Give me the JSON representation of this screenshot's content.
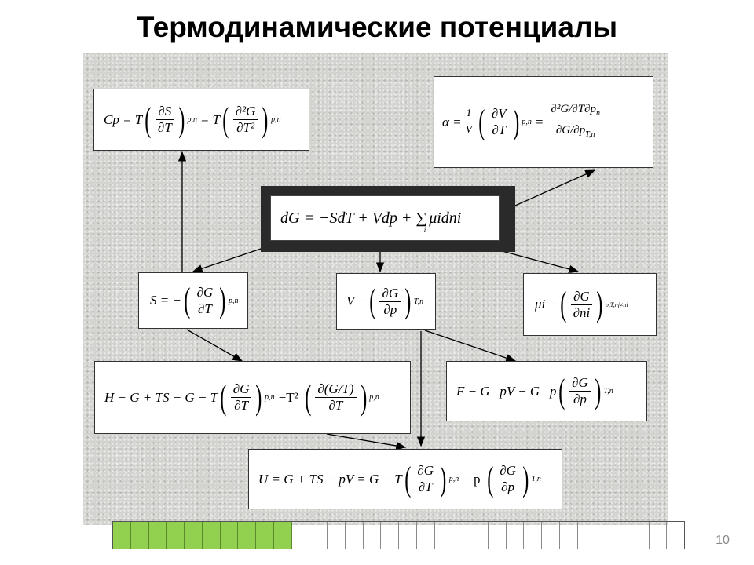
{
  "slide": {
    "title": "Термодинамические потенциалы",
    "page_number": "10"
  },
  "colors": {
    "panel": "#d3d3d0",
    "progress_on": "#92d050",
    "box_border": "#333333"
  },
  "central": {
    "lhs": "dG",
    "rhs": "= −SdT + Vdp + ∑",
    "tail": "μidni",
    "index": "i"
  },
  "boxes": {
    "cp": {
      "lhs": "Cp = T",
      "num1": "∂S",
      "den1": "∂T",
      "sub1": "p,n",
      "eq": "=",
      "mid": "T",
      "num2": "∂²G",
      "den2": "∂T²",
      "sub2": "p,n"
    },
    "alpha": {
      "lhs": "α =",
      "num0": "1",
      "den0": "V",
      "num1": "∂V",
      "den1": "∂T",
      "sub1": "p,n",
      "eq": "=",
      "num2": "∂²G/∂T∂p",
      "sub2": "n",
      "den2": "∂G/∂p",
      "sub3": "T,n"
    },
    "s": {
      "lhs": "S = −",
      "num": "∂G",
      "den": "∂T",
      "sub": "p,n"
    },
    "v": {
      "lhs": "V −",
      "num": "∂G",
      "den": "∂p",
      "sub": "T,n"
    },
    "mu": {
      "lhs": "μi −",
      "num": "∂G",
      "den": "∂ni",
      "sub": "p,T,nj≠ni"
    },
    "h": {
      "lhs": "H − G + TS − G − T",
      "num1": "∂G",
      "den1": "∂T",
      "sub1": "p,n",
      "mid": "−T²",
      "num2": "∂(G/T)",
      "den2": "∂T",
      "sub2": "p,n"
    },
    "f": {
      "lhs": "F − G   pV − G   p",
      "num": "∂G",
      "den": "∂p",
      "sub": "T,n"
    },
    "u": {
      "lhs": "U = G + TS − pV = G − T",
      "num1": "∂G",
      "den1": "∂T",
      "sub1": "p,n",
      "mid": "− p",
      "num2": "∂G",
      "den2": "∂p",
      "sub2": "T,n"
    }
  },
  "progress": {
    "total_cells": 32,
    "filled_cells": 10
  }
}
